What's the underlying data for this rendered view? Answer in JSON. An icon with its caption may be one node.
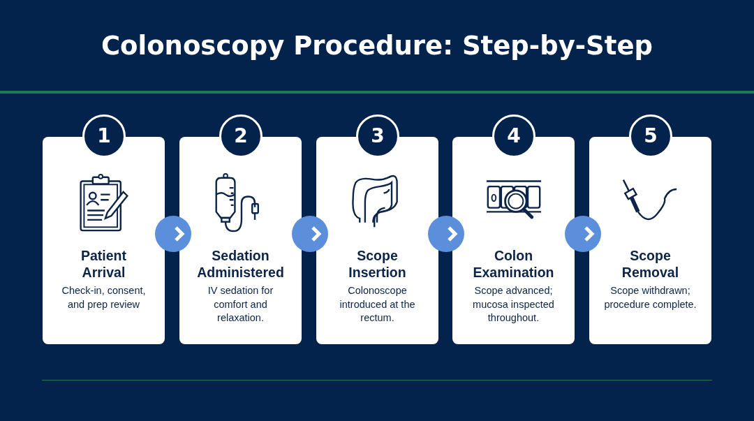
{
  "diagram": {
    "title": "Colonoscopy Procedure: Step-by-Step",
    "nodes": [
      {
        "text": [
          "1",
          "Patient Arrival",
          "Check-in, consent, and prep review"
        ]
      },
      {
        "text": [
          "2",
          "Sedation Administered",
          "IV sedation for comfort and relaxation."
        ]
      },
      {
        "text": [
          "3",
          "Scope Insertion",
          "Colonoscope introduced at the rectum."
        ]
      },
      {
        "text": [
          "4",
          "Colon Examination",
          "Scope advanced; mucosa inspected throughout."
        ]
      },
      {
        "text": [
          "5",
          "Scope Removal",
          "Scope withdrawn; procedure complete."
        ]
      }
    ],
    "edges": [
      {
        "from": 0,
        "to": 1,
        "arrow": "to"
      },
      {
        "from": 1,
        "to": 2,
        "arrow": "to"
      },
      {
        "from": 2,
        "to": 3,
        "arrow": "to"
      },
      {
        "from": 3,
        "to": 4,
        "arrow": "to"
      }
    ]
  }
}
